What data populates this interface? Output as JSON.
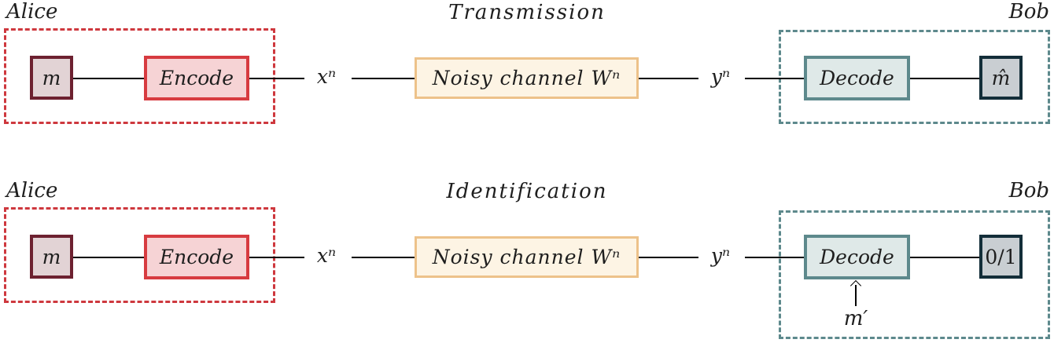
{
  "palette": {
    "alice_dash": "#ce383e",
    "bob_dash": "#5d898c",
    "message_border": "#6d2130",
    "message_fill": "#e2d3d5",
    "encode_border": "#d73b40",
    "encode_fill": "#f6d3d5",
    "channel_border": "#edc28a",
    "channel_fill": "#fdf4e4",
    "decode_border": "#5d898c",
    "decode_fill": "#dfe9e8",
    "output_border": "#132e39",
    "output_fill": "#c9ced2",
    "line": "#000000",
    "text": "#1e1e1e"
  },
  "rows": [
    {
      "alice_label": "Alice",
      "title": "Transmission",
      "bob_label": "Bob",
      "message_label": "m",
      "encode_label": "Encode",
      "input_signal": "xⁿ",
      "channel_label": "Noisy channel Wⁿ",
      "output_signal": "yⁿ",
      "decode_label": "Decode",
      "result_label": "m̂"
    },
    {
      "alice_label": "Alice",
      "title": "Identification",
      "bob_label": "Bob",
      "message_label": "m",
      "encode_label": "Encode",
      "input_signal": "xⁿ",
      "channel_label": "Noisy channel Wⁿ",
      "output_signal": "yⁿ",
      "decode_label": "Decode",
      "result_label": "0/1",
      "query_label": "m′"
    }
  ]
}
